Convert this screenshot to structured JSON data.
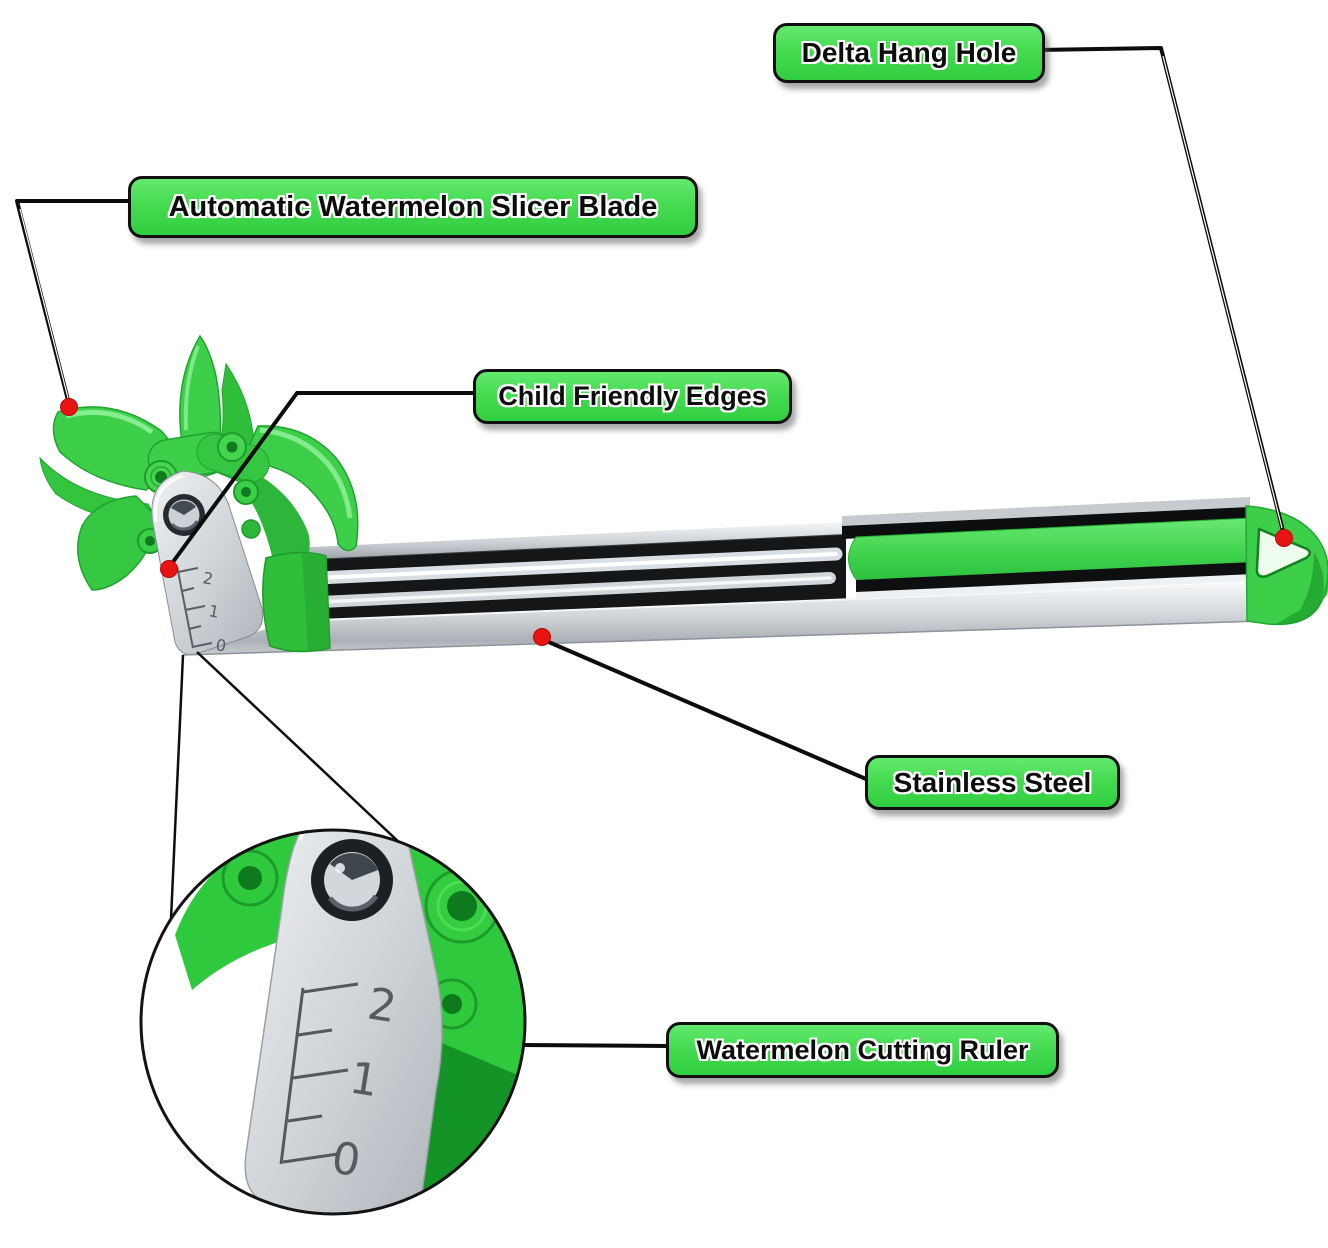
{
  "title": "Watermelon slicer annotated product diagram",
  "background": "#ffffff",
  "callouts": [
    {
      "id": "automatic-blade",
      "text": "Automatic Watermelon Slicer Blade"
    },
    {
      "id": "delta-hang-hole",
      "text": "Delta Hang Hole"
    },
    {
      "id": "child-friendly-edges",
      "text": "Child Friendly Edges"
    },
    {
      "id": "stainless-steel",
      "text": "Stainless Steel"
    },
    {
      "id": "watermelon-cutting-ruler",
      "text": "Watermelon Cutting Ruler"
    }
  ],
  "colors": {
    "callout_fill": "#46db52",
    "callout_border": "#101010",
    "callout_text": "#0d0d0d",
    "leader_line": "#0c0c0c",
    "marker_dot": "#e81414",
    "plastic_green": "#3ecf4a",
    "plastic_green_dark": "#1fa42e",
    "steel_light": "#eceeef",
    "steel_dark": "#9ba1a7"
  },
  "ruler": {
    "tool_marks": [
      "2",
      "1",
      "0"
    ],
    "inset_marks": [
      "2",
      "1",
      "0"
    ]
  }
}
